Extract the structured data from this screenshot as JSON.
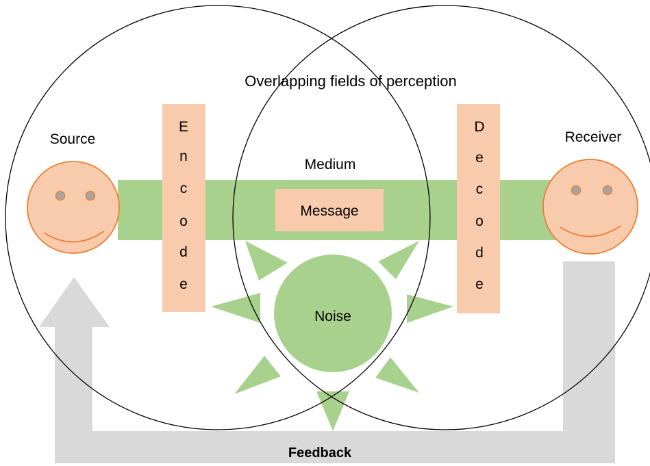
{
  "labels": {
    "overlap": "Overlapping fields of perception",
    "source": "Source",
    "receiver": "Receiver",
    "medium": "Medium",
    "message": "Message",
    "noise": "Noise",
    "feedback": "Feedback",
    "encode": [
      "E",
      "n",
      "c",
      "o",
      "d",
      "e"
    ],
    "decode": [
      "D",
      "e",
      "c",
      "o",
      "d",
      "e"
    ]
  },
  "colors": {
    "channel_green": "#a9d18e",
    "peach": "#f8cbad",
    "face_outline": "#ed7d31",
    "eye_fill": "#a5a5a5",
    "feedback_gray": "#d9d9d9",
    "outline": "#000000"
  }
}
